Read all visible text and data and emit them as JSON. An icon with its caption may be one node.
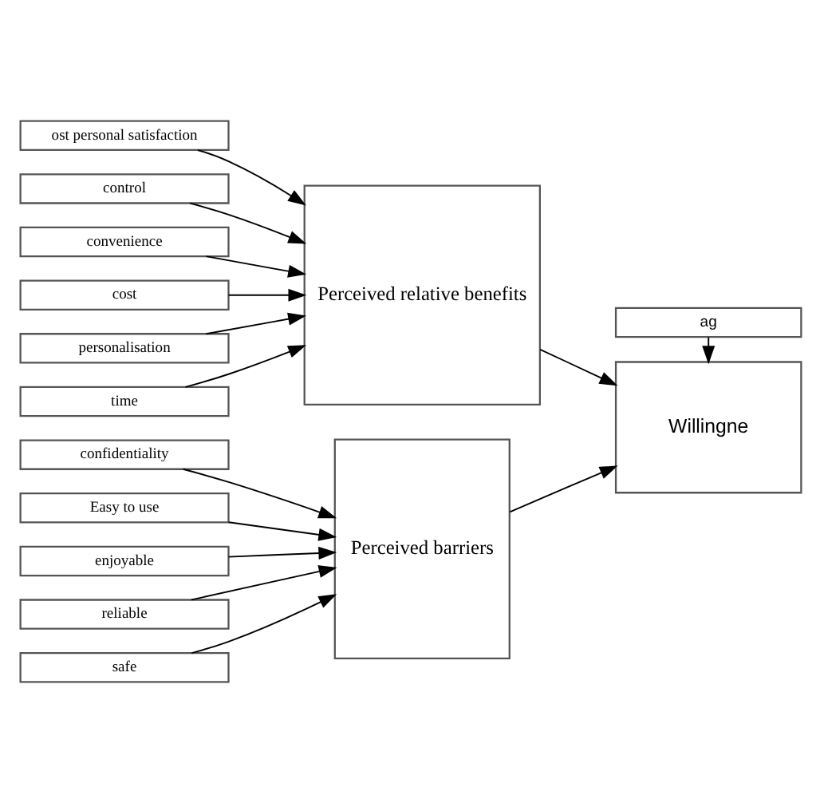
{
  "diagram": {
    "nodes": [
      {
        "text": [
          "ost personal satisfaction"
        ]
      },
      {
        "text": [
          "control"
        ]
      },
      {
        "text": [
          "convenience"
        ]
      },
      {
        "text": [
          "cost"
        ]
      },
      {
        "text": [
          "personalisation"
        ]
      },
      {
        "text": [
          "time"
        ]
      },
      {
        "text": [
          "confidentiality"
        ]
      },
      {
        "text": [
          "Easy to use"
        ]
      },
      {
        "text": [
          "enjoyable"
        ]
      },
      {
        "text": [
          "reliable"
        ]
      },
      {
        "text": [
          "safe"
        ]
      },
      {
        "text": [
          "Perceived relative benefits"
        ]
      },
      {
        "text": [
          "Perceived barriers"
        ]
      },
      {
        "text": [
          "ag"
        ]
      },
      {
        "text": [
          "Willingne"
        ]
      }
    ],
    "edges": [
      {
        "from": 0,
        "to": 11,
        "arrow": "to"
      },
      {
        "from": 1,
        "to": 11,
        "arrow": "to"
      },
      {
        "from": 2,
        "to": 11,
        "arrow": "to"
      },
      {
        "from": 3,
        "to": 11,
        "arrow": "to"
      },
      {
        "from": 4,
        "to": 11,
        "arrow": "to"
      },
      {
        "from": 5,
        "to": 11,
        "arrow": "to"
      },
      {
        "from": 6,
        "to": 12,
        "arrow": "to"
      },
      {
        "from": 7,
        "to": 12,
        "arrow": "to"
      },
      {
        "from": 8,
        "to": 12,
        "arrow": "to"
      },
      {
        "from": 9,
        "to": 12,
        "arrow": "to"
      },
      {
        "from": 10,
        "to": 12,
        "arrow": "to"
      },
      {
        "from": 11,
        "to": 14,
        "arrow": "to"
      },
      {
        "from": 12,
        "to": 14,
        "arrow": "to"
      },
      {
        "from": 13,
        "to": 14,
        "arrow": "to"
      }
    ]
  }
}
